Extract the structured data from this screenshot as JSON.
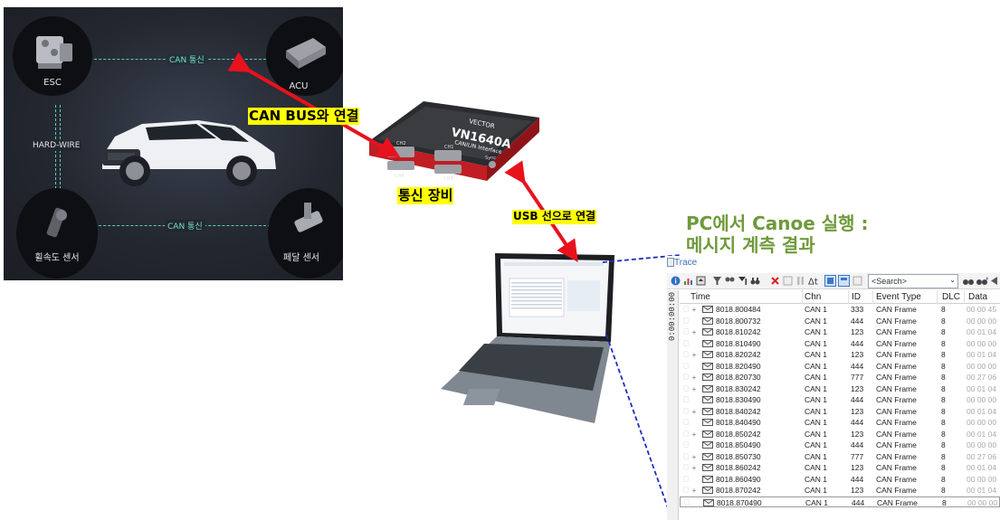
{
  "car_panel": {
    "nodes": {
      "esc": "ESC",
      "acu": "ACU",
      "wheel_speed_sensor": "휠속도 센서",
      "pedal_sensor": "페달 센서"
    },
    "can_top_label": "CAN 통신",
    "can_bottom_label": "CAN 통신",
    "hardwire_label": "HARD-WIRE"
  },
  "callouts": {
    "can_bus_connect": "CAN BUS와 연결",
    "comm_device": "통신 장비",
    "usb_connect": "USB 선으로 연결",
    "pc_title_line1": "PC에서 Canoe 실행 :",
    "pc_title_line2": "메시지 계측 결과"
  },
  "device": {
    "brand": "VECTOR",
    "model": "VN1640A",
    "subtitle": "CAN/LIN Interface",
    "ports": [
      "CH1",
      "CH2",
      "CH3",
      "CH4"
    ],
    "sync_label": "Sync"
  },
  "trace": {
    "title": "Trace",
    "search_placeholder": "<Search>",
    "side_time": "0:00:00:00",
    "columns": [
      "Time",
      "Chn",
      "ID",
      "Event Type",
      "DLC",
      "Data"
    ],
    "rows": [
      {
        "expand": "+",
        "time": "8018.800484",
        "chn": "CAN 1",
        "id": "333",
        "type": "CAN Frame",
        "dlc": "8",
        "data": "00 00 45"
      },
      {
        "expand": "",
        "time": "8018.800732",
        "chn": "CAN 1",
        "id": "444",
        "type": "CAN Frame",
        "dlc": "8",
        "data": "00 00 00"
      },
      {
        "expand": "+",
        "time": "8018.810242",
        "chn": "CAN 1",
        "id": "123",
        "type": "CAN Frame",
        "dlc": "8",
        "data": "00 01 04"
      },
      {
        "expand": "",
        "time": "8018.810490",
        "chn": "CAN 1",
        "id": "444",
        "type": "CAN Frame",
        "dlc": "8",
        "data": "00 00 00"
      },
      {
        "expand": "+",
        "time": "8018.820242",
        "chn": "CAN 1",
        "id": "123",
        "type": "CAN Frame",
        "dlc": "8",
        "data": "00 01 04"
      },
      {
        "expand": "",
        "time": "8018.820490",
        "chn": "CAN 1",
        "id": "444",
        "type": "CAN Frame",
        "dlc": "8",
        "data": "00 00 00"
      },
      {
        "expand": "+",
        "time": "8018.820730",
        "chn": "CAN 1",
        "id": "777",
        "type": "CAN Frame",
        "dlc": "8",
        "data": "00 27 06"
      },
      {
        "expand": "+",
        "time": "8018.830242",
        "chn": "CAN 1",
        "id": "123",
        "type": "CAN Frame",
        "dlc": "8",
        "data": "00 01 04"
      },
      {
        "expand": "",
        "time": "8018.830490",
        "chn": "CAN 1",
        "id": "444",
        "type": "CAN Frame",
        "dlc": "8",
        "data": "00 00 00"
      },
      {
        "expand": "+",
        "time": "8018.840242",
        "chn": "CAN 1",
        "id": "123",
        "type": "CAN Frame",
        "dlc": "8",
        "data": "00 01 04"
      },
      {
        "expand": "",
        "time": "8018.840490",
        "chn": "CAN 1",
        "id": "444",
        "type": "CAN Frame",
        "dlc": "8",
        "data": "00 00 00"
      },
      {
        "expand": "+",
        "time": "8018.850242",
        "chn": "CAN 1",
        "id": "123",
        "type": "CAN Frame",
        "dlc": "8",
        "data": "00 01 04"
      },
      {
        "expand": "",
        "time": "8018.850490",
        "chn": "CAN 1",
        "id": "444",
        "type": "CAN Frame",
        "dlc": "8",
        "data": "00 00 00"
      },
      {
        "expand": "+",
        "time": "8018.850730",
        "chn": "CAN 1",
        "id": "777",
        "type": "CAN Frame",
        "dlc": "8",
        "data": "00 27 06"
      },
      {
        "expand": "+",
        "time": "8018.860242",
        "chn": "CAN 1",
        "id": "123",
        "type": "CAN Frame",
        "dlc": "8",
        "data": "00 01 04"
      },
      {
        "expand": "",
        "time": "8018.860490",
        "chn": "CAN 1",
        "id": "444",
        "type": "CAN Frame",
        "dlc": "8",
        "data": "00 00 00"
      },
      {
        "expand": "+",
        "time": "8018.870242",
        "chn": "CAN 1",
        "id": "123",
        "type": "CAN Frame",
        "dlc": "8",
        "data": "00 01 04"
      },
      {
        "expand": "",
        "time": "8018.870490",
        "chn": "CAN 1",
        "id": "444",
        "type": "CAN Frame",
        "dlc": "8",
        "data": "00 00 00"
      }
    ]
  },
  "colors": {
    "arrow_red": "#e8121d",
    "link_blue": "#1f2fbf",
    "callout_yellow": "#ffff00",
    "title_green": "#6f9a3b",
    "can_line_teal": "#56d0c0"
  }
}
